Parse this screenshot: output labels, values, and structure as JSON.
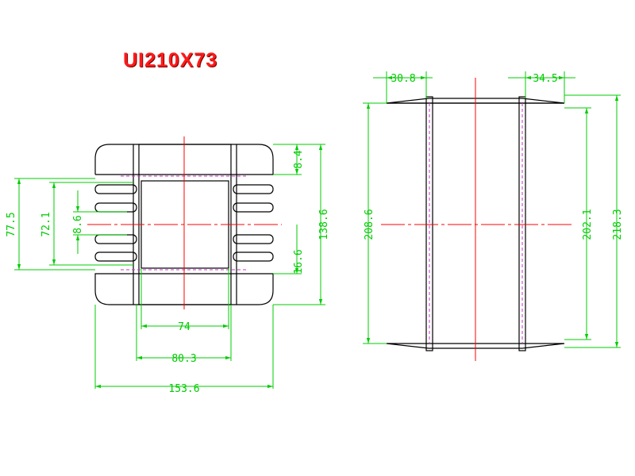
{
  "title": "UI210X73",
  "colors": {
    "title": "#ff1a1a",
    "outline": "#000000",
    "dimension": "#00cc00",
    "centerline": "#ff0000",
    "hidden": "#cc33cc"
  },
  "front_view": {
    "dims": {
      "width_total": "153.6",
      "width_mid": "80.3",
      "width_inner": "74",
      "height_total": "138.6",
      "height_77": "77.5",
      "height_72": "72.1",
      "gap": "8.6",
      "top_flange": "8.4",
      "bottom_flange": "16.6"
    }
  },
  "side_view": {
    "dims": {
      "top_left": "30.8",
      "top_right": "34.5",
      "height_left": "208.6",
      "height_mid": "202.1",
      "height_right": "218.3"
    }
  }
}
